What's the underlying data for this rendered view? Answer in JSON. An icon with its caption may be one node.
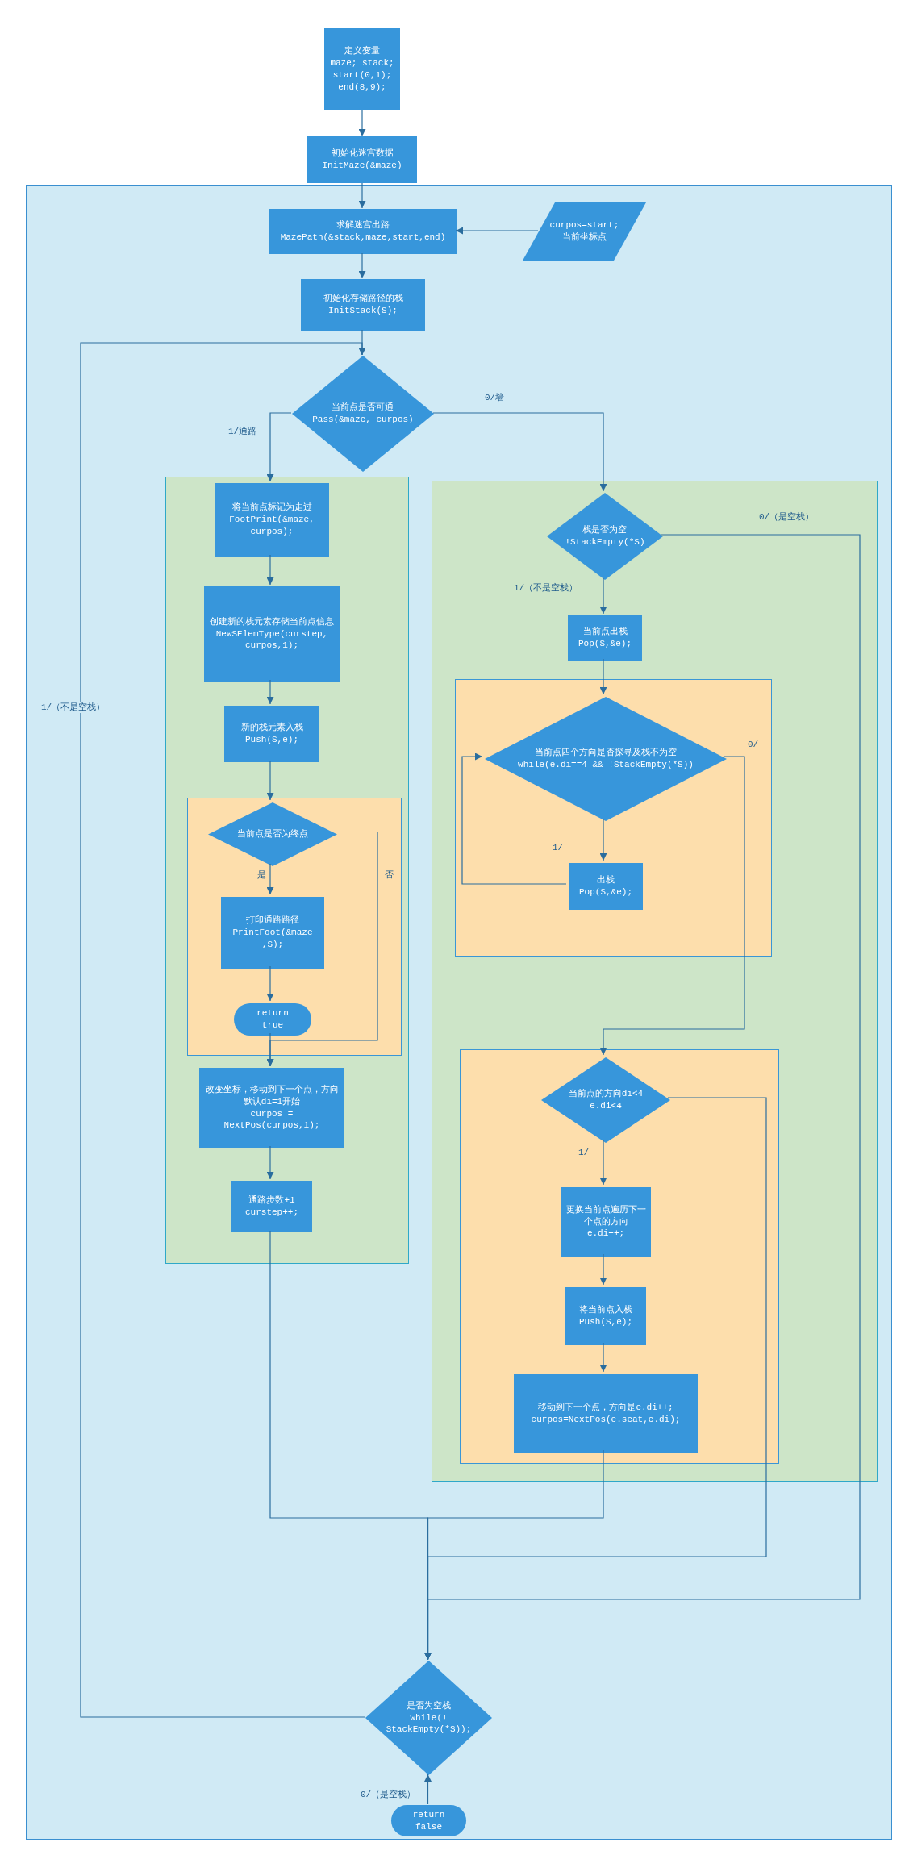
{
  "diagram": {
    "nodes": [
      {
        "text": [
          "定义变量",
          "maze; stack; start(0,1); end(8,9);"
        ]
      },
      {
        "text": [
          "初始化迷宫数据",
          "InitMaze(&maze)"
        ]
      },
      {
        "text": [],
        "shape": "box"
      },
      {
        "text": [
          "求解迷宫出路",
          "MazePath(&stack,maze,start,end)"
        ],
        "in": 2
      },
      {
        "text": [
          "curpos=start;",
          "当前坐标点"
        ],
        "in": 2
      },
      {
        "text": [
          "初始化存储路径的栈",
          "InitStack(S);"
        ],
        "in": 2
      },
      {
        "text": [
          "当前点是否可通",
          "Pass(&maze, curpos)"
        ],
        "in": 2
      },
      {
        "text": [],
        "shape": "box",
        "in": 2
      },
      {
        "text": [
          "将当前点标记为走过",
          "FootPrint(&maze, curpos);"
        ],
        "in": 7
      },
      {
        "text": [
          "创建新的栈元素存储当前点信息",
          "NewSElemType(curstep, curpos,1);"
        ],
        "in": 7
      },
      {
        "text": [
          "新的栈元素入栈",
          "Push(S,e);"
        ],
        "in": 7
      },
      {
        "text": [],
        "shape": "box",
        "in": 7
      },
      {
        "text": [
          "当前点是否为终点"
        ],
        "in": 11
      },
      {
        "text": [
          "打印通路路径",
          "PrintFoot(&maze ,S);"
        ],
        "in": 11
      },
      {
        "text": [
          "return true"
        ],
        "in": 11
      },
      {
        "text": [
          "改变坐标，移动到下一个点，方向默认di=1开始",
          "curpos = NextPos(curpos,1);"
        ],
        "in": 7
      },
      {
        "text": [
          "通路步数+1",
          "curstep++;"
        ],
        "in": 7
      },
      {
        "text": [],
        "shape": "box",
        "in": 2
      },
      {
        "text": [
          "栈是否为空",
          "!StackEmpty(*S)"
        ],
        "in": 17
      },
      {
        "text": [
          "当前点出栈",
          "Pop(S,&e);"
        ],
        "in": 17
      },
      {
        "text": [],
        "shape": "box",
        "in": 17
      },
      {
        "text": [
          "当前点四个方向是否探寻及栈不为空",
          "while(e.di==4 && !StackEmpty(*S))"
        ],
        "in": 20
      },
      {
        "text": [
          "出栈",
          "Pop(S,&e);"
        ],
        "in": 20
      },
      {
        "text": [],
        "shape": "box",
        "in": 17
      },
      {
        "text": [
          "当前点的方向di<4",
          "e.di<4"
        ],
        "in": 23
      },
      {
        "text": [
          "更换当前点遍历下一个点的方向",
          "e.di++;"
        ],
        "in": 23
      },
      {
        "text": [
          "将当前点入栈",
          "Push(S,e);"
        ],
        "in": 23
      },
      {
        "text": [
          "移动到下一个点，方向是e.di++;",
          "curpos=NextPos(e.seat,e.di);"
        ],
        "in": 23
      },
      {
        "text": [
          "是否为空栈",
          "while(! StackEmpty(*S));"
        ],
        "in": 2
      },
      {
        "text": [
          "return false"
        ],
        "in": 2
      }
    ],
    "edges": [
      {
        "from": 0,
        "to": 1,
        "arrow": "to"
      },
      {
        "from": 1,
        "to": 3,
        "arrow": "to"
      },
      {
        "from": 4,
        "to": 3,
        "arrow": "to"
      },
      {
        "from": 3,
        "to": 5,
        "arrow": "to"
      },
      {
        "from": 5,
        "to": 6,
        "arrow": "to"
      },
      {
        "from": 6,
        "to": 8,
        "arrow": "to",
        "label": "1/通路"
      },
      {
        "from": 6,
        "to": 18,
        "arrow": "to",
        "label": "0/墙"
      },
      {
        "from": 8,
        "to": 9,
        "arrow": "to"
      },
      {
        "from": 9,
        "to": 10,
        "arrow": "to"
      },
      {
        "from": 10,
        "to": 12,
        "arrow": "to"
      },
      {
        "from": 12,
        "to": 13,
        "arrow": "to",
        "label": "是"
      },
      {
        "from": 13,
        "to": 14,
        "arrow": "to"
      },
      {
        "from": 12,
        "to": 15,
        "arrow": "to",
        "label": "否"
      },
      {
        "from": 14,
        "to": 15,
        "arrow": "to"
      },
      {
        "from": 15,
        "to": 16,
        "arrow": "to"
      },
      {
        "from": 16,
        "to": 28,
        "arrow": "to"
      },
      {
        "from": 18,
        "to": 19,
        "arrow": "to",
        "label": "1/（不是空栈）"
      },
      {
        "from": 18,
        "to": 28,
        "arrow": "to",
        "label": "0/（是空栈）"
      },
      {
        "from": 19,
        "to": 21,
        "arrow": "to"
      },
      {
        "from": 21,
        "to": 22,
        "arrow": "to",
        "label": "1/"
      },
      {
        "from": 22,
        "to": 21,
        "arrow": "to"
      },
      {
        "from": 21,
        "to": 24,
        "arrow": "to",
        "label": "0/"
      },
      {
        "from": 24,
        "to": 25,
        "arrow": "to",
        "label": "1/"
      },
      {
        "from": 25,
        "to": 26,
        "arrow": "to"
      },
      {
        "from": 26,
        "to": 27,
        "arrow": "to"
      },
      {
        "from": 27,
        "to": 28,
        "arrow": "to"
      },
      {
        "from": 24,
        "to": 28,
        "arrow": "to"
      },
      {
        "from": 28,
        "to": 6,
        "arrow": "to",
        "label": "1/（不是空栈）"
      },
      {
        "from": 29,
        "to": 28,
        "arrow": "to",
        "label": "0/（是空栈）"
      }
    ]
  }
}
